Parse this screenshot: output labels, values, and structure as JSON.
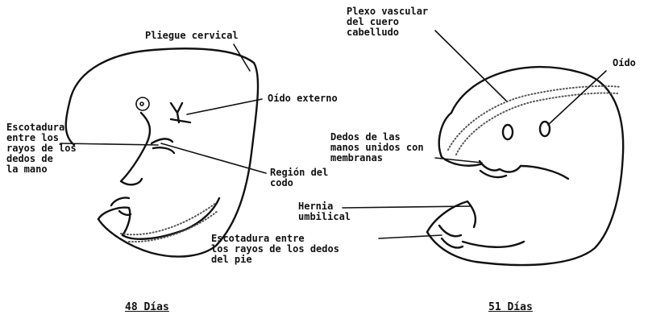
{
  "left_embryo": {
    "caption": "48 Días",
    "labels": {
      "pliegue_cervical": "Pliegue cervical",
      "oido_externo": "Oído externo",
      "escotadura_mano": "Escotadura\nentre los\nrayos de los\ndedos de\nla mano",
      "region_codo": "Región del\ncodo"
    }
  },
  "right_embryo": {
    "caption": "51 Días",
    "labels": {
      "plexo_vascular": "Plexo vascular\ndel cuero\ncabelludo",
      "oido": "Oído",
      "dedos_manos": "Dedos de las\nmanos unidos con\nmembranas",
      "hernia_umbilical": "Hernia\numbilical",
      "escotadura_pie": "Escotadura entre\nlos rayos de los dedos\ndel pie"
    }
  }
}
